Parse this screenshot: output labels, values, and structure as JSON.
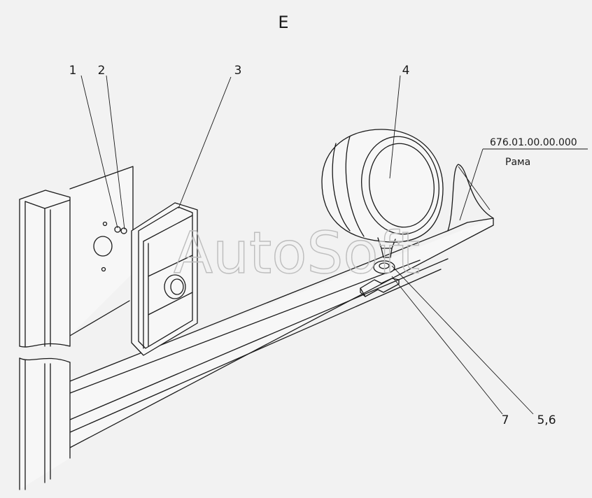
{
  "view_label": "Е",
  "callouts": [
    "1",
    "2",
    "3",
    "4",
    "7",
    "5,6"
  ],
  "frame_part": {
    "number": "676.01.00.00.000",
    "name": "Рама"
  },
  "watermark": "AutoSoft"
}
